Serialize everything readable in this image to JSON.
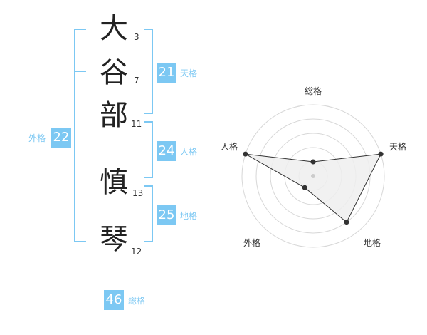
{
  "name": {
    "chars": [
      {
        "char": "大",
        "strokes": "3"
      },
      {
        "char": "谷",
        "strokes": "7"
      },
      {
        "char": "部",
        "strokes": "11"
      },
      {
        "char": "慎",
        "strokes": "13"
      },
      {
        "char": "琴",
        "strokes": "12"
      }
    ]
  },
  "scores": {
    "tenkaku": {
      "value": "21",
      "label": "天格"
    },
    "jinkaku": {
      "value": "24",
      "label": "人格"
    },
    "chikaku": {
      "value": "25",
      "label": "地格"
    },
    "gaikaku": {
      "value": "22",
      "label": "外格"
    },
    "soukaku": {
      "value": "46",
      "label": "総格"
    }
  },
  "chart_data": {
    "type": "radar",
    "axes": [
      "総格",
      "天格",
      "地格",
      "外格",
      "人格"
    ],
    "max": 5,
    "rings": 5,
    "values": [
      1,
      5,
      4,
      1,
      5
    ],
    "colors": {
      "fill": "#efefef",
      "stroke": "#333333",
      "grid": "#d7d7d7",
      "accent": "#7cc8f3"
    }
  }
}
